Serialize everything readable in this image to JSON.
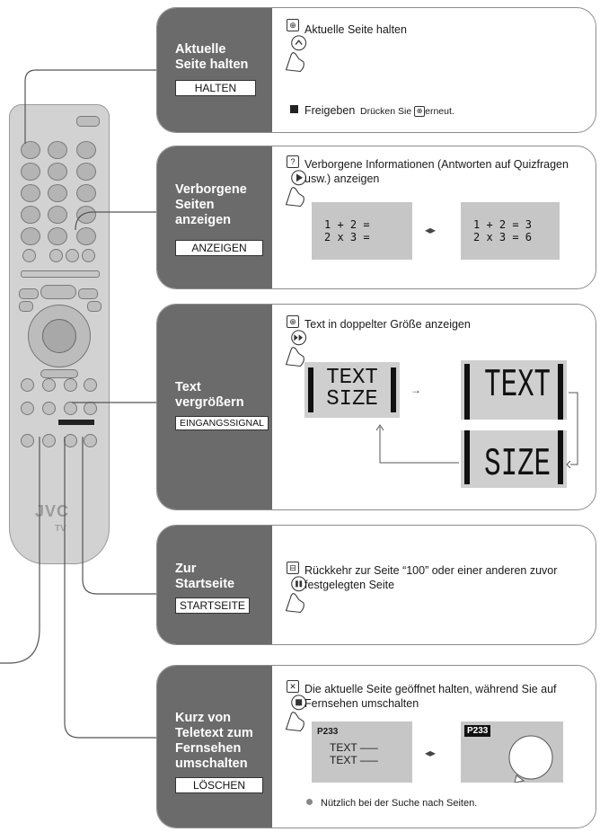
{
  "brand": {
    "name": "JVC",
    "sub": "TV"
  },
  "panels": [
    {
      "title": "Aktuelle\nSeite halten",
      "button": "HALTEN",
      "text": "Aktuelle Seite halten",
      "release_label": "Freigeben",
      "release_note_pre": "Drücken Sie ",
      "release_note_post": "erneut."
    },
    {
      "title": "Verborgene\nSeiten\nanzeigen",
      "button": "ANZEIGEN",
      "text": "Verborgene Informationen (Antworten auf Quizfragen usw.) anzeigen",
      "hidden_eq": "1 + 2 =\n2 x 3 =",
      "shown_eq": "1 + 2 = 3\n2 x 3 = 6"
    },
    {
      "title": "Text\nvergrößern",
      "button": "EINGANGSSIGNAL",
      "text": "Text in doppelter Größe anzeigen",
      "sample": "TEXT\nSIZE",
      "sample_top": "TEXT",
      "sample_bottom": "SIZE"
    },
    {
      "title": "Zur\nStartseite",
      "button": "STARTSEITE",
      "text": "Rückkehr zur Seite “100” oder einer anderen zuvor festgelegten Seite"
    },
    {
      "title": "Kurz von\nTeletext zum\nFernsehen\numschalten",
      "button": "LÖSCHEN",
      "text": "Die aktuelle Seite geöffnet halten, während Sie auf Fernsehen umschalten",
      "page_no": "P233",
      "page_line1": "TEXT –––",
      "page_line2": "TEXT –––",
      "tv_page_no": "P233",
      "note": "Nützlich bei der Suche nach Seiten."
    }
  ],
  "colors": {
    "label_bg": "#6b6b6b",
    "border": "#8c8c8c",
    "screen": "#c6c6c6"
  },
  "icons": [
    "hand-press-icon",
    "hold-key-icon",
    "reveal-key-icon",
    "size-key-icon",
    "index-key-icon",
    "cancel-key-icon"
  ]
}
